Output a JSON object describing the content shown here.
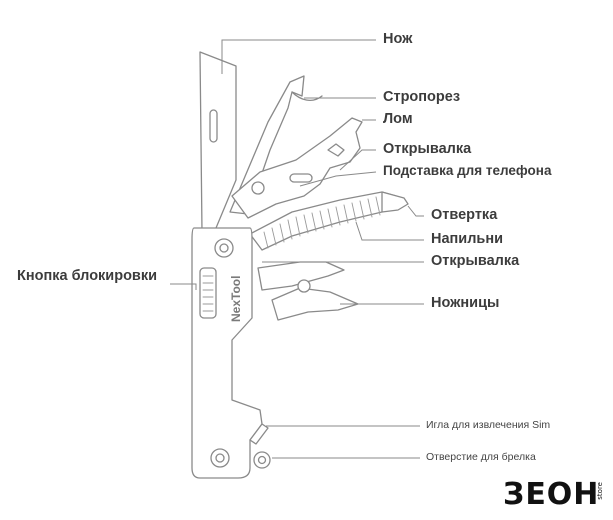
{
  "labels": {
    "knife": "Нож",
    "strap_cutter": "Стропорез",
    "crowbar": "Лом",
    "bottle_opener_top": "Открывалка",
    "phone_stand": "Подставка для телефона",
    "screwdriver": "Отвертка",
    "file": "Напильни",
    "bottle_opener_bottom": "Открывалка",
    "scissors": "Ножницы",
    "lock_button": "Кнопка блокировки",
    "sim_pin": "Игла для извлечения Sim",
    "keyring_hole": "Отверстие для брелка"
  },
  "tool_engraving": "NexTool",
  "logo": {
    "text": "ЗЕОН",
    "subtext": "store"
  },
  "colors": {
    "line": "#8a8a8a",
    "text": "#3c3c3c",
    "logo": "#111111"
  }
}
